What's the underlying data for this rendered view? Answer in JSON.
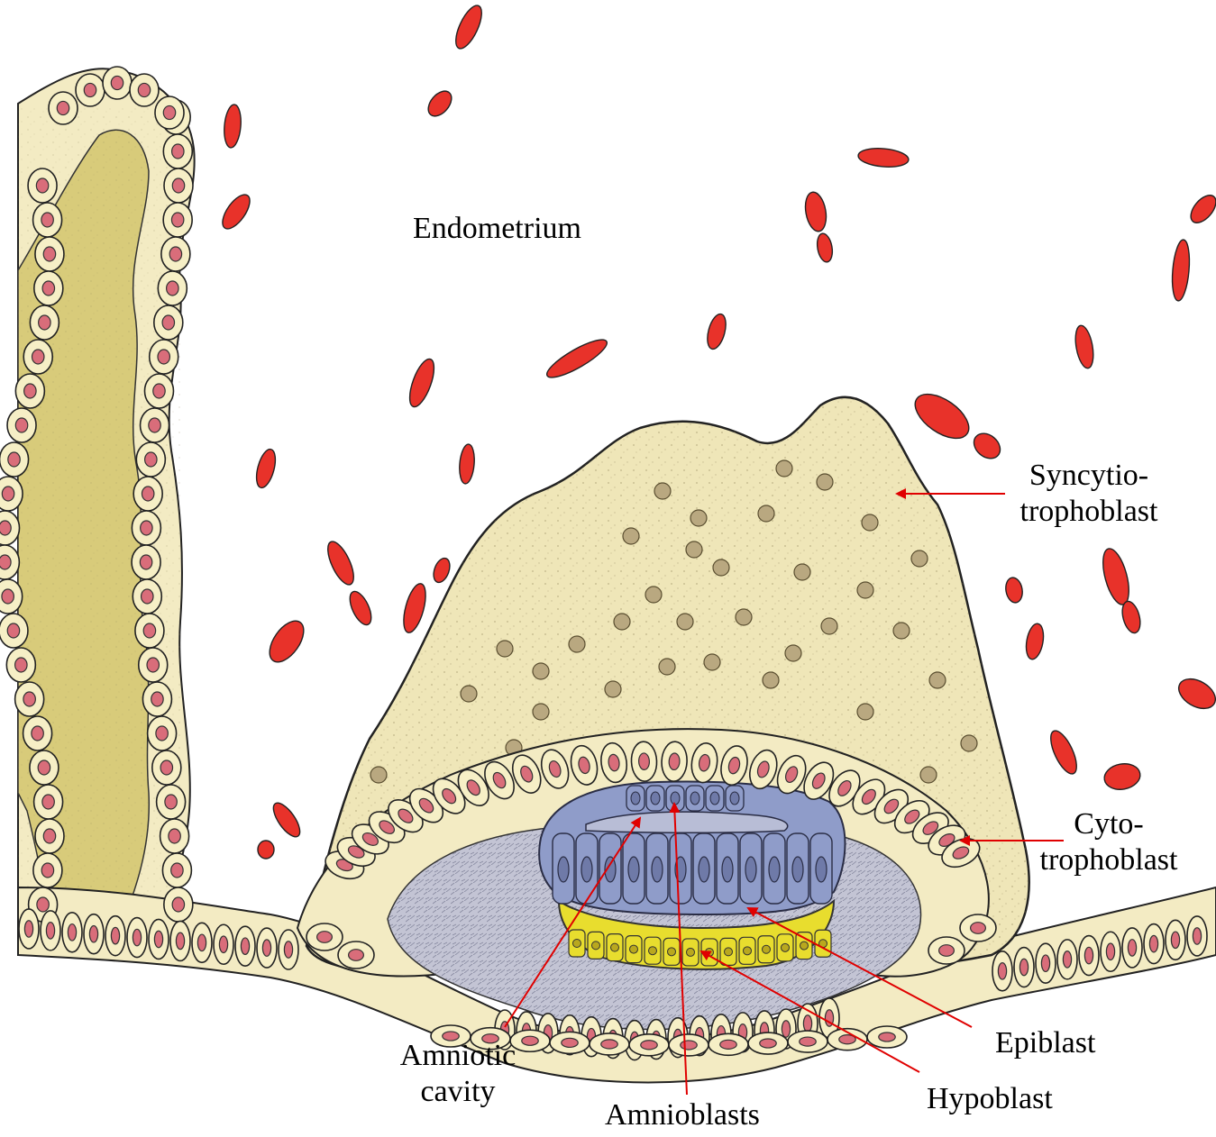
{
  "labels": {
    "endometrium": "Endometrium",
    "syncytio_line1": "Syncytio-",
    "syncytio_line2": "trophoblast",
    "cyto_line1": "Cyto-",
    "cyto_line2": "trophoblast",
    "epiblast": "Epiblast",
    "hypoblast": "Hypoblast",
    "amniotic_line1": "Amniotic",
    "amniotic_line2": "cavity",
    "amnioblasts": "Amnioblasts"
  },
  "colors": {
    "blood_cell": "#e8322a",
    "epithelium_cell": "#f6efc6",
    "nucleus": "#d96d7a",
    "gland_lumen": "#d8cb7a",
    "syncytiotrophoblast": "#efe6b8",
    "epiblast": "#8f9cc9",
    "hypoblast": "#e8dd2e",
    "cavity": "#c9cad8",
    "arrow": "#e00000"
  }
}
